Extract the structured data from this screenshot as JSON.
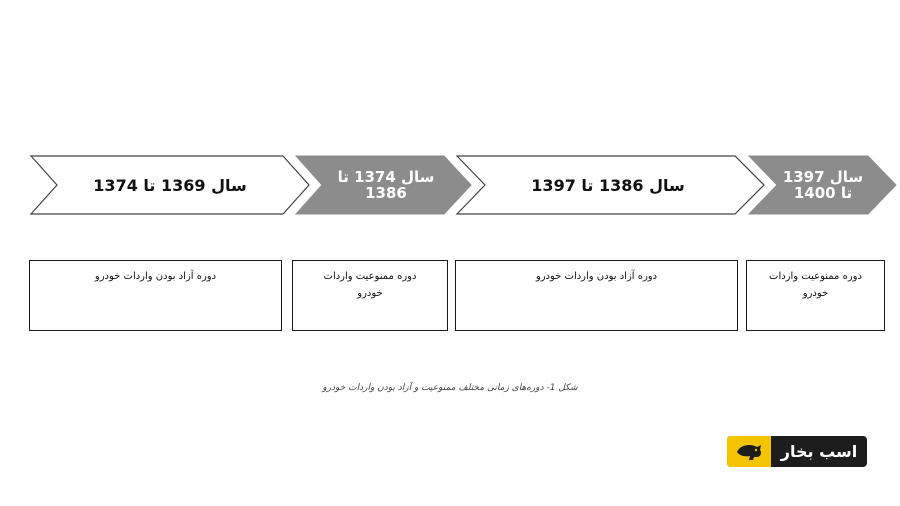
{
  "timeline": {
    "periods": [
      {
        "label": "سال 1369 تا 1374",
        "style": "light"
      },
      {
        "label": "سال 1374 تا 1386",
        "style": "dark"
      },
      {
        "label": "سال 1386 تا 1397",
        "style": "light"
      },
      {
        "label": "سال 1397 تا 1400",
        "style": "dark"
      }
    ]
  },
  "descriptions": [
    "دوره آزاد بودن واردات خودرو",
    "دوره ممنوعیت واردات خودرو",
    "دوره آزاد بودن واردات خودرو",
    "دوره ممنوعیت واردات خودرو"
  ],
  "caption": "شکل 1- دوره‌های زمانی مختلف ممنوعیت و آزاد بودن واردات خودرو",
  "logo": {
    "text": "اسب بخار",
    "icon": "horse-icon"
  },
  "colors": {
    "dark_fill": "#8c8c8c",
    "light_fill": "#ffffff",
    "stroke": "#444444",
    "logo_yellow": "#f5c400",
    "logo_dark": "#1d1d1d"
  }
}
